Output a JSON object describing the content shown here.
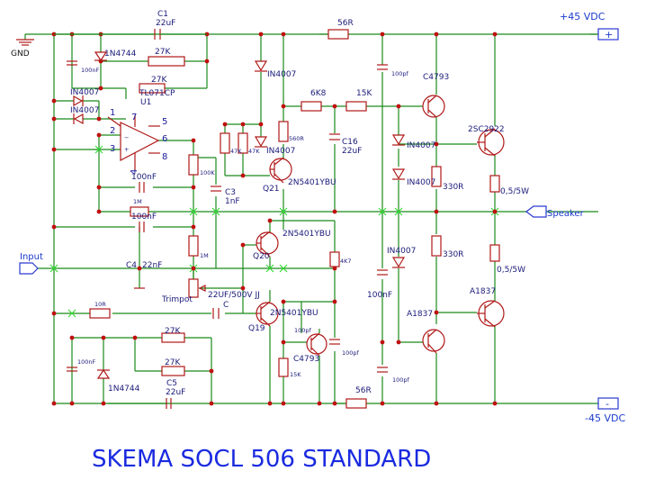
{
  "title": "SKEMA SOCL 506 STANDARD",
  "rails": {
    "pos": "+45 VDC",
    "neg": "-45 VDC",
    "pos_port": "+",
    "neg_port": "-"
  },
  "ports": {
    "gnd": "GND",
    "input": "Input",
    "speaker": "Speaker"
  },
  "labels": {
    "c1_name": "C1",
    "c1_val": "22uF",
    "r56_top": "56R",
    "r56_bot": "56R",
    "z1": "1N4744",
    "z2": "1N4744",
    "c100n_a": "100nF",
    "c100n_b": "100nF",
    "r27k_1": "27K",
    "r27k_2": "27K",
    "r27k_3": "27K",
    "r27k_4": "27K",
    "opamp": "TL071CP",
    "u1": "U1",
    "d4007_1": "IN4007",
    "d4007_2": "IN4007",
    "d4007_3": "IN4007",
    "d4007_4": "IN4007",
    "d4007_5": "IN4007",
    "d4007_6": "IN4007",
    "d4007_7": "IN4007",
    "pin1": "1",
    "pin2": "2",
    "pin3": "3",
    "pin4": "4",
    "pin5": "5",
    "pin6": "6",
    "pin7": "7",
    "pin8": "8",
    "c_fb": "100nF",
    "r1m_a": "1M",
    "c_fb2": "100nF",
    "r100k": "100K",
    "r1m_b": "1M",
    "c3_name": "C3",
    "c3_val": "1nF",
    "r47k_a": "47K",
    "r47k_b": "47K",
    "r560": "560R",
    "q21": "Q21",
    "q21_part": "2N5401YBU",
    "r6k8": "6K8",
    "r15k_a": "15K",
    "c16_name": "C16",
    "c16_val": "22uF",
    "c100pf_a": "100pf",
    "c4793_a": "C4793",
    "c2922": "2SC2922",
    "r330_a": "330R",
    "r330_b": "330R",
    "r05_a": "0,5/5W",
    "r05_b": "0,5/5W",
    "q20": "Q20",
    "q20_part": "2N5401YBU",
    "r4k7": "4K7",
    "c4": "C4",
    "c4_val": "22nF",
    "trimpot": "Trimpot",
    "c_22u_name": "22UF/500V JJ",
    "c_22u_ref": "C",
    "r10r": "10R",
    "q19": "Q19",
    "q19_part": "2N5401YBU",
    "c100n_c": "100nF",
    "a1837_a": "A1837",
    "a1837_b": "A1837",
    "c100pf_b": "100pf",
    "c4793_b": "C4793",
    "c100pf_c": "100pf",
    "r15k_b": "15K",
    "c100pf_d": "100pf",
    "c5_name": "C5",
    "c5_val": "22uF"
  },
  "colors": {
    "wire": "#1a8a1a",
    "component": "#b01818",
    "node": "#c01010",
    "label": "#1a1a7a",
    "title": "#1a2ae0",
    "junction_mark": "#33dd33"
  }
}
